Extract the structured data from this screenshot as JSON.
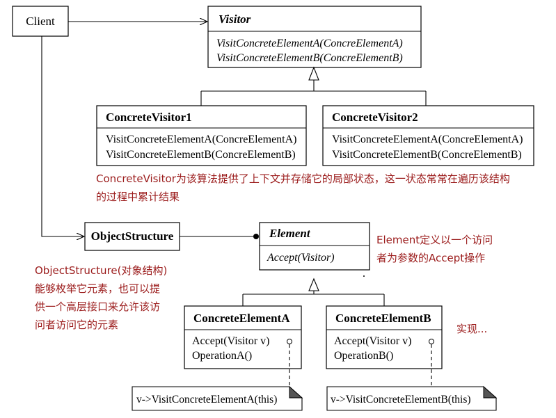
{
  "classes": {
    "client": {
      "name": "Client"
    },
    "visitor": {
      "name": "Visitor",
      "ops": [
        "VisitConcreteElementA(ConcreElementA)",
        "VisitConcreteElementB(ConcreElementB)"
      ]
    },
    "concrete_visitor_1": {
      "name": "ConcreteVisitor1",
      "ops": [
        "VisitConcreteElementA(ConcreElementA)",
        "VisitConcreteElementB(ConcreElementB)"
      ]
    },
    "concrete_visitor_2": {
      "name": "ConcreteVisitor2",
      "ops": [
        "VisitConcreteElementA(ConcreElementA)",
        "VisitConcreteElementB(ConcreElementB)"
      ]
    },
    "object_structure": {
      "name": "ObjectStructure"
    },
    "element": {
      "name": "Element",
      "ops": [
        "Accept(Visitor)"
      ]
    },
    "concrete_element_a": {
      "name": "ConcreteElementA",
      "ops": [
        "Accept(Visitor v)",
        "OperationA()"
      ]
    },
    "concrete_element_b": {
      "name": "ConcreteElementB",
      "ops": [
        "Accept(Visitor v)",
        "OperationB()"
      ]
    }
  },
  "code_notes": {
    "a": "v->VisitConcreteElementA(this)",
    "b": "v->VisitConcreteElementB(this)"
  },
  "annotations": {
    "concrete_visitor": [
      "ConcreteVisitor为该算法提供了上下文并存储它的局部状态，这一状态常常在遍历该结构",
      "的过程中累计结果"
    ],
    "element": [
      "Element定义以一个访问",
      "者为参数的Accept操作"
    ],
    "object_structure": [
      "ObjectStructure(对象结构)",
      "能够枚举它元素，也可以提",
      "供一个高层接口来允许该访",
      "问者访问它的元素"
    ],
    "implementation": [
      "实现..."
    ]
  }
}
